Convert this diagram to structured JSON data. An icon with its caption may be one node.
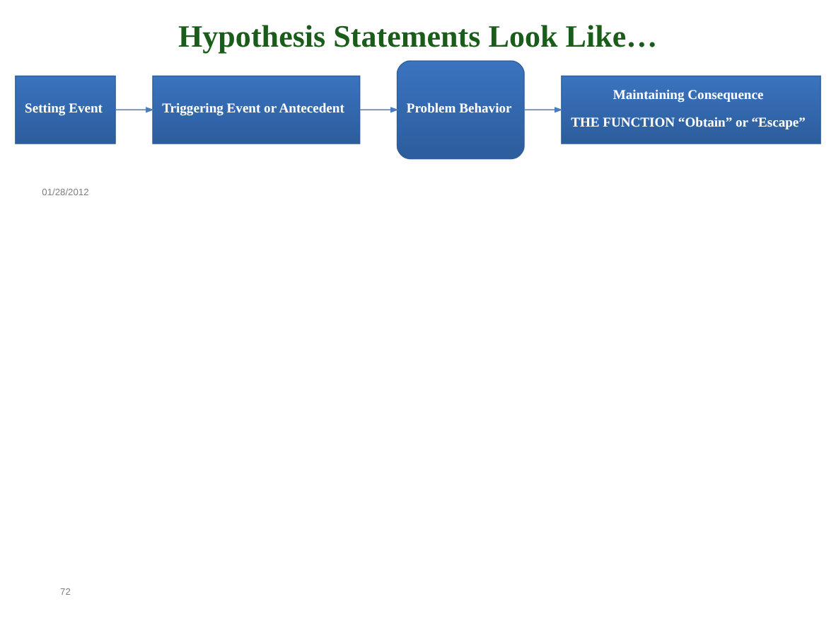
{
  "diagram": {
    "title": "Hypothesis Statements Look Like…",
    "nodes": [
      {
        "text": [
          "Setting Event"
        ]
      },
      {
        "text": [
          "Triggering Event or Antecedent"
        ]
      },
      {
        "text": [
          "Problem Behavior"
        ]
      },
      {
        "text": [
          "Maintaining Consequence",
          "THE FUNCTION “Obtain” or “Escape”"
        ]
      }
    ],
    "edges": [
      {
        "from": 0,
        "to": 1,
        "arrow": "to"
      },
      {
        "from": 1,
        "to": 2,
        "arrow": "to"
      },
      {
        "from": 2,
        "to": 3,
        "arrow": "to"
      }
    ],
    "labels": [
      "01/28/2012",
      "72"
    ]
  }
}
